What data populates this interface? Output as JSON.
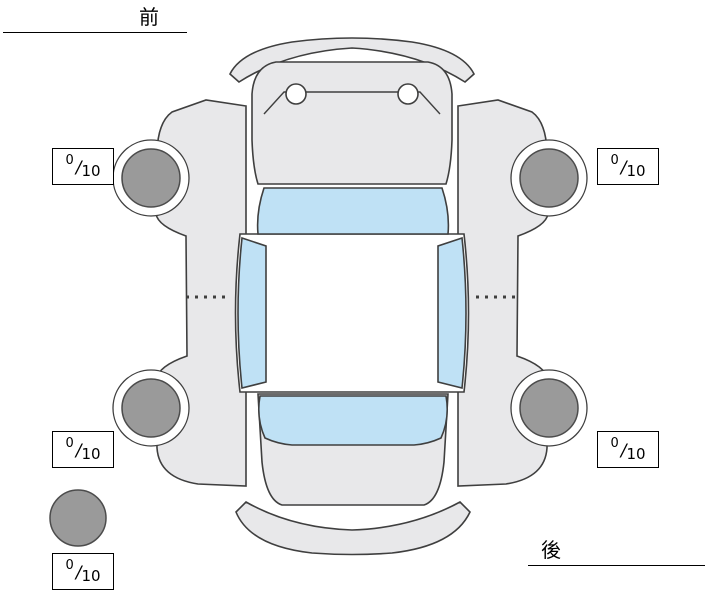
{
  "labels": {
    "front": "前",
    "rear": "後",
    "slash": "/"
  },
  "scores": {
    "front_left": {
      "value": "0",
      "max": "10"
    },
    "front_right": {
      "value": "0",
      "max": "10"
    },
    "rear_left": {
      "value": "0",
      "max": "10"
    },
    "rear_right": {
      "value": "0",
      "max": "10"
    },
    "spare": {
      "value": "0",
      "max": "10"
    }
  },
  "colors": {
    "outline": "#3f3f3f",
    "body_fill": "#e8e8ea",
    "window_fill": "#bfe1f5",
    "arch_fill": "#ffffff",
    "tire_fill": "#9a9a9a",
    "tire_outline": "#4c4c4c",
    "text_color": "#000000"
  }
}
